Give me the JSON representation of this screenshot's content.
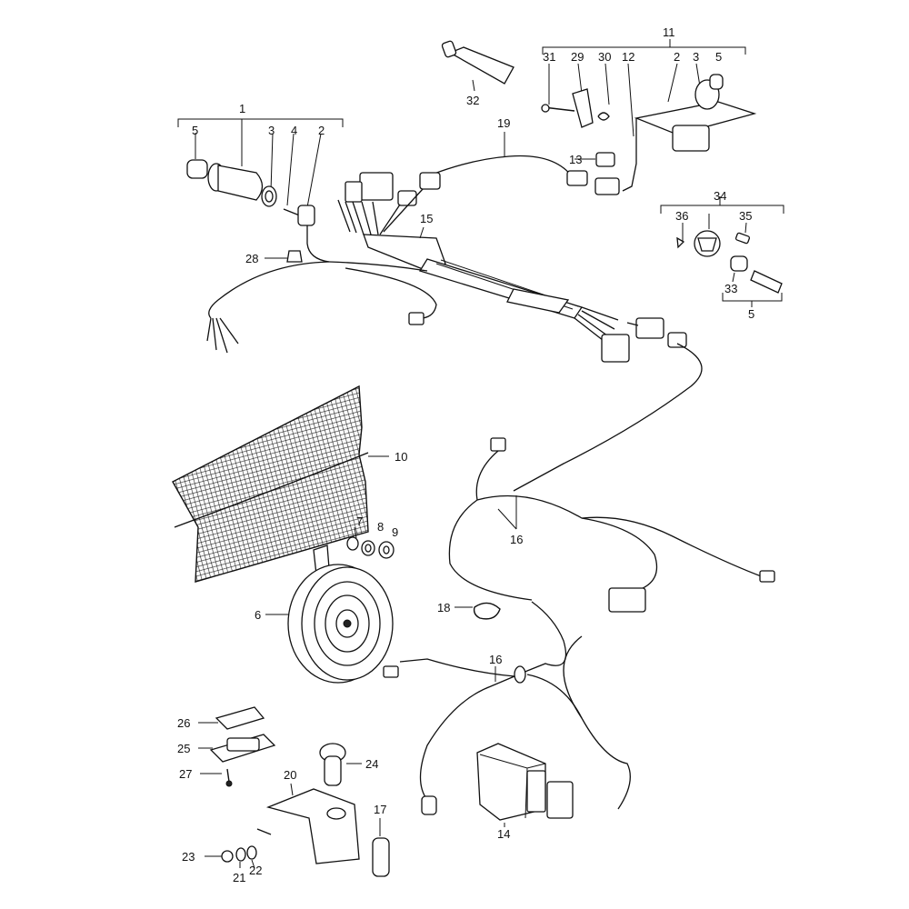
{
  "diagram": {
    "labels": {
      "l1": "1",
      "l2a": "2",
      "l3a": "3",
      "l4": "4",
      "l5a": "5",
      "l11": "11",
      "l31": "31",
      "l29": "29",
      "l30": "30",
      "l12": "12",
      "l2b": "2",
      "l3b": "3",
      "l5b": "5",
      "l32": "32",
      "l19": "19",
      "l13": "13",
      "l15": "15",
      "l34": "34",
      "l36": "36",
      "l35": "35",
      "l33": "33",
      "l5c": "5",
      "l28": "28",
      "l10": "10",
      "l7": "7",
      "l8": "8",
      "l9": "9",
      "l6": "6",
      "l16a": "16",
      "l18": "18",
      "l16b": "16",
      "l26": "26",
      "l25": "25",
      "l27": "27",
      "l24": "24",
      "l20": "20",
      "l17": "17",
      "l14": "14",
      "l23": "23",
      "l21": "21",
      "l22": "22"
    }
  }
}
